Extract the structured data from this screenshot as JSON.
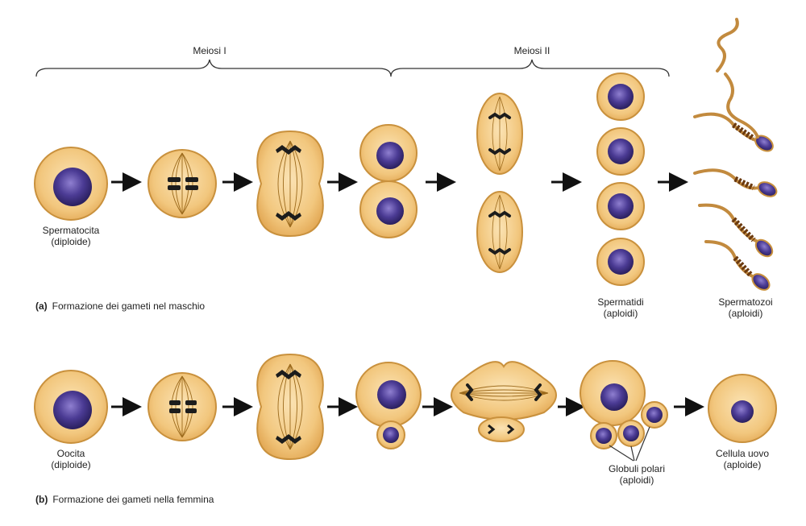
{
  "phases": {
    "meiosis1": "Meiosi I",
    "meiosis2": "Meiosi II"
  },
  "male": {
    "caption_letter": "(a)",
    "caption_text": "Formazione dei gameti nel maschio",
    "start_label": [
      "Spermatocita",
      "(diploide)"
    ],
    "spermatids_label": [
      "Spermatidi",
      "(aploidi)"
    ],
    "sperm_label": [
      "Spermatozoi",
      "(aploidi)"
    ]
  },
  "female": {
    "caption_letter": "(b)",
    "caption_text": "Formazione dei gameti nella femmina",
    "start_label": [
      "Oocita",
      "(diploide)"
    ],
    "polar_label": [
      "Globuli polari",
      "(aploidi)"
    ],
    "egg_label": [
      "Cellula uovo",
      "(aploide)"
    ]
  },
  "colors": {
    "cytoplasm": "#f2c77e",
    "membrane": "#c9913d",
    "nucleus": "#3d2e7a",
    "chromosome": "#1c1c1c",
    "spindle": "#9c6a1c",
    "tail": "#c28a3e"
  }
}
